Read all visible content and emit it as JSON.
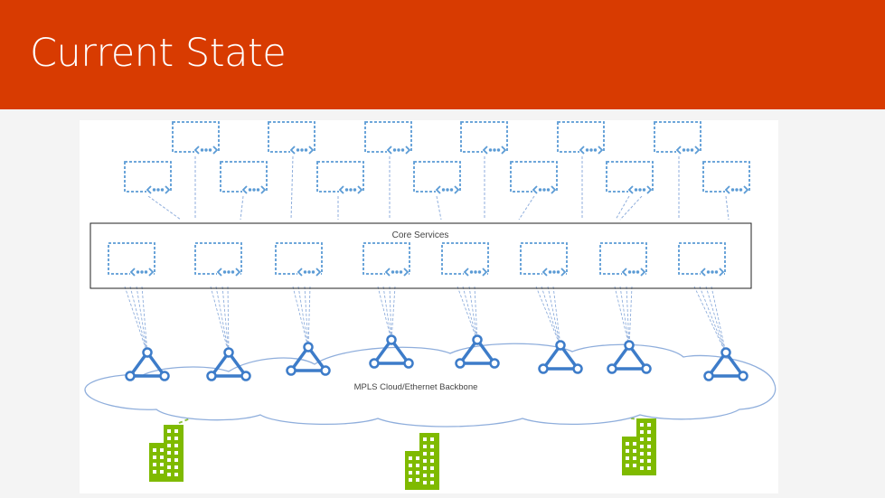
{
  "slide": {
    "title": "Current State"
  },
  "diagram": {
    "core_label": "Core Services",
    "cloud_label": "MPLS Cloud/Ethernet Backbone",
    "colors": {
      "vnet": "#5b9bd5",
      "router": "#3d7cc9",
      "building": "#7fba00",
      "link_blue": "#8faedc",
      "link_green": "#8bbf40",
      "banner": "#d83b01"
    },
    "icons": {
      "vnet": "virtual-network-icon",
      "router": "router-icon",
      "building": "office-building-icon"
    }
  }
}
